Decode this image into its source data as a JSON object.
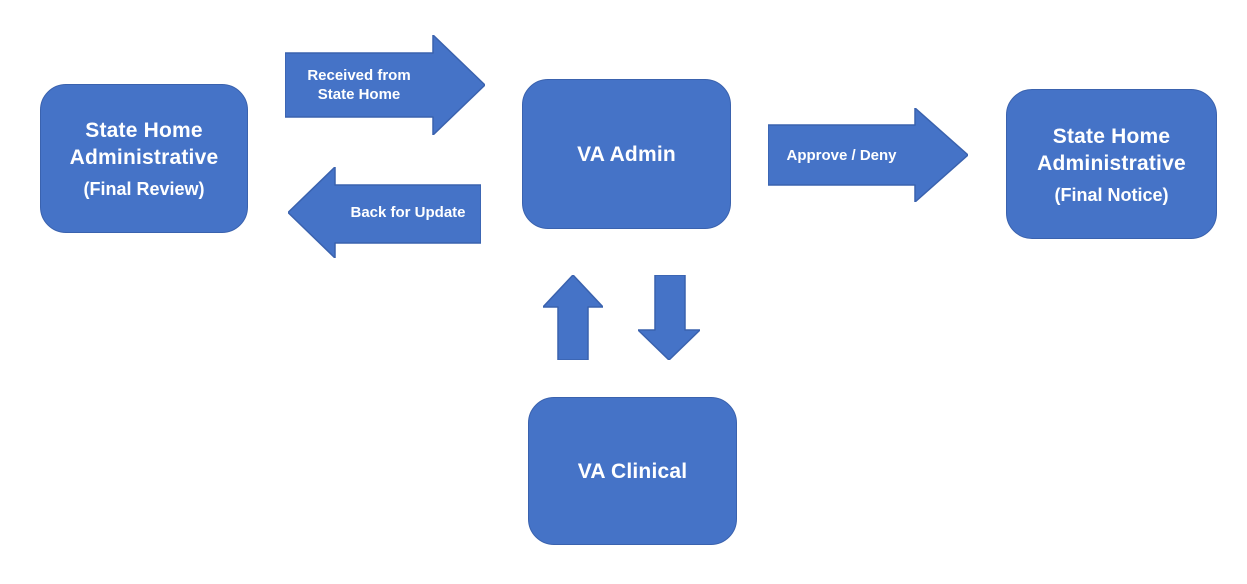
{
  "diagram": {
    "colors": {
      "shape_fill": "#4573C7",
      "shape_border": "#3A62AE",
      "label_text": "#FFFFFF",
      "background": "#FFFFFF"
    },
    "nodes": {
      "state_home_review": {
        "line1": "State Home",
        "line2": "Administrative",
        "subtitle": "(Final Review)"
      },
      "va_admin": {
        "label": "VA Admin"
      },
      "state_home_notice": {
        "line1": "State Home",
        "line2": "Administrative",
        "subtitle": "(Final Notice)"
      },
      "va_clinical": {
        "label": "VA Clinical"
      }
    },
    "connectors": {
      "received_from_state_home": {
        "line1": "Received from",
        "line2": "State Home",
        "direction": "right"
      },
      "back_for_update": {
        "label": "Back for Update",
        "direction": "left"
      },
      "approve_deny": {
        "label": "Approve / Deny",
        "direction": "right"
      },
      "clinical_to_admin": {
        "direction": "up"
      },
      "admin_to_clinical": {
        "direction": "down"
      }
    }
  }
}
